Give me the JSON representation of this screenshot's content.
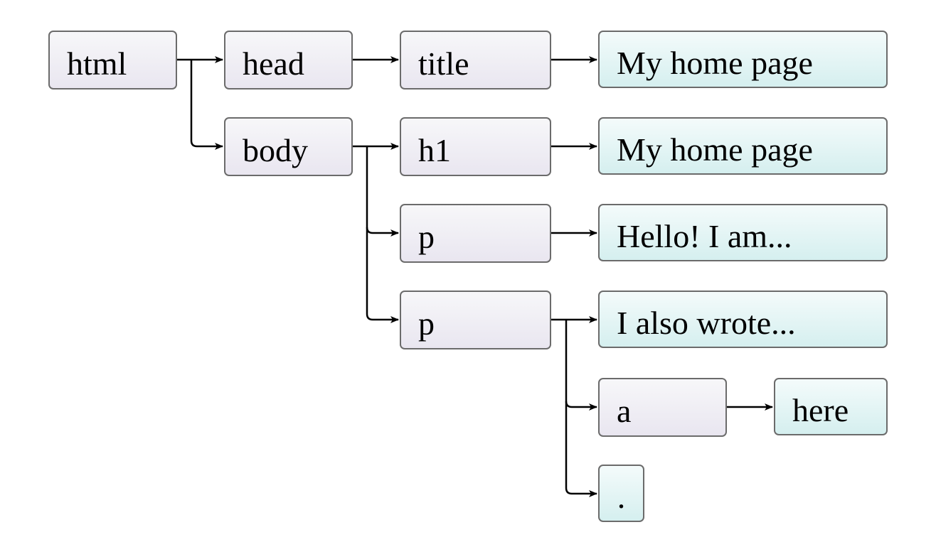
{
  "tree": {
    "html": "html",
    "head": "head",
    "body": "body",
    "title": "title",
    "h1": "h1",
    "p1": "p",
    "p2": "p",
    "a": "a"
  },
  "text_nodes": {
    "title_text": "My home page",
    "h1_text": "My home page",
    "p1_text": "Hello! I am...",
    "p2_text": "I also wrote...",
    "a_text": "here",
    "trailing_text": "."
  },
  "colors": {
    "element_fill": "#ece9f1",
    "text_fill": "#dcf1f1",
    "border": "#6b6b6b",
    "connector": "#000000"
  }
}
